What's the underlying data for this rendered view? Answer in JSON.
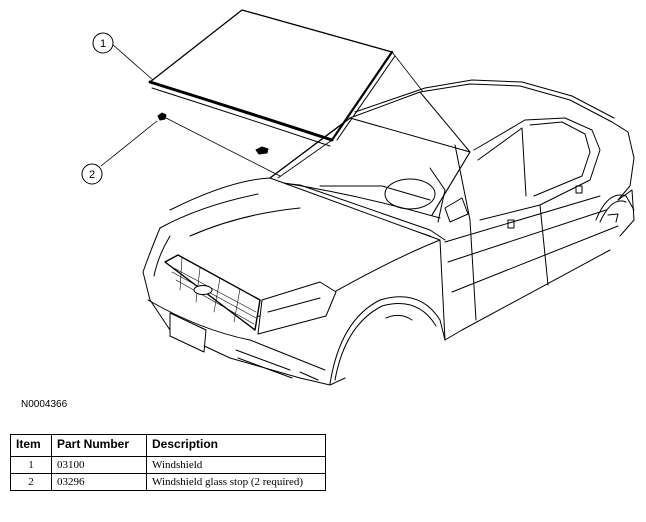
{
  "callouts": [
    {
      "number": "1"
    },
    {
      "number": "2"
    }
  ],
  "figure_id": "N0004366",
  "table": {
    "headers": [
      "Item",
      "Part Number",
      "Description"
    ],
    "rows": [
      {
        "item": "1",
        "part_number": "03100",
        "description": "Windshield"
      },
      {
        "item": "2",
        "part_number": "03296",
        "description": "Windshield glass stop (2 required)"
      }
    ]
  }
}
